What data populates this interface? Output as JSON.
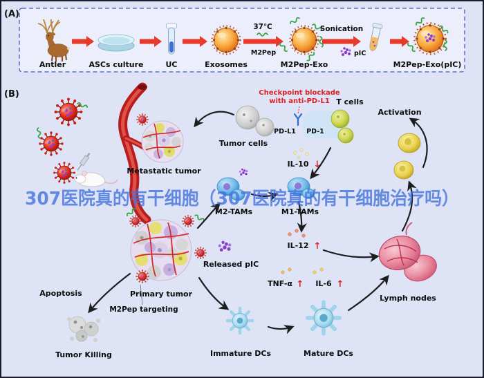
{
  "watermark": "307医院真的有干细胞（307医院真的有干细胞治疗吗）",
  "panel_a": {
    "tag": "(A)",
    "steps": [
      "Antler",
      "ASCs culture",
      "UC",
      "Exosomes",
      "M2Pep-Exo",
      "M2Pep-Exo(pIC)"
    ],
    "temp": "37℃",
    "m2pep": "M2Pep",
    "sonication": "Sonication",
    "pic": "pIC"
  },
  "panel_b": {
    "tag": "(B)",
    "checkpoint_line1": "Checkpoint blockade",
    "checkpoint_line2": "with anti-PD-L1",
    "t_cells": "T cells",
    "tumor_cells": "Tumor cells",
    "pd_l1": "PD-L1",
    "pd_1": "PD-1",
    "activation": "Activation",
    "metastatic_tumor": "Metastatic tumor",
    "il10": "IL-10",
    "down_arrow": "↓",
    "up_arrow": "↑",
    "m2_tams": "M2-TAMs",
    "m1_tams": "M1-TAMs",
    "il12": "IL-12",
    "released_pic": "Released pIC",
    "tnf_alpha": "TNF-α",
    "il6": "IL-6",
    "lymph_nodes": "Lymph nodes",
    "apoptosis": "Apoptosis",
    "primary_tumor": "Primary tumor",
    "m2pep_targeting": "M2Pep targeting",
    "tumor_killing": "Tumor Killing",
    "immature_dcs": "Immature DCs",
    "mature_dcs": "Mature DCs"
  },
  "colors": {
    "background": "#dee3f6",
    "panel_border": "#3f5bc7",
    "arrow_red": "#e8392b",
    "checkpoint_red": "#e02020",
    "watermark_blue": "#4070dd",
    "exosome_orange": "#f59a2a",
    "pic_purple": "#8b3fc6",
    "m2pep_green": "#36a546"
  }
}
